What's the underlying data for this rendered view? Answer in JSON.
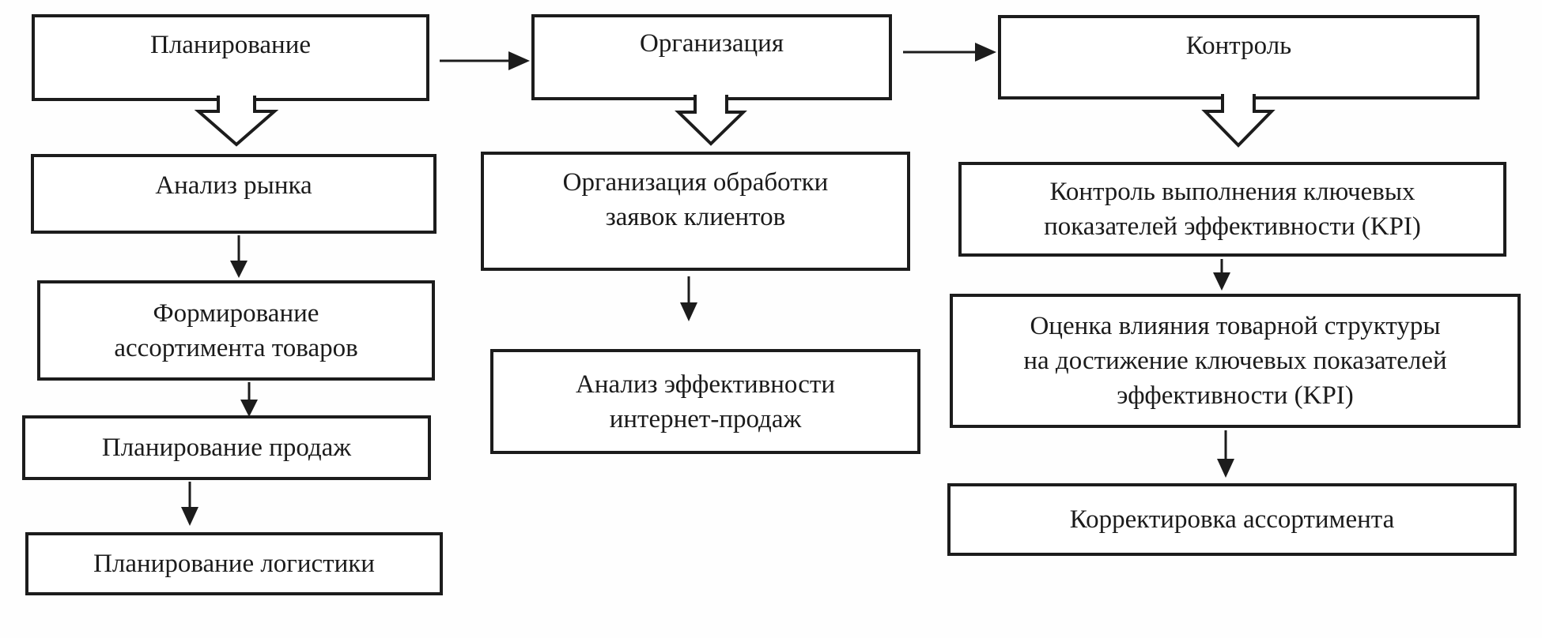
{
  "diagram": {
    "type": "flowchart",
    "language": "ru",
    "columns": [
      {
        "header": {
          "id": "planirovanie",
          "label": "Планирование"
        },
        "nodes": [
          {
            "id": "analiz-rynka",
            "lines": [
              "Анализ рынка"
            ]
          },
          {
            "id": "formirovanie-assortimenta",
            "lines": [
              "Формирование",
              "ассортимента товаров"
            ]
          },
          {
            "id": "planirovanie-prodazh",
            "lines": [
              "Планирование продаж"
            ]
          },
          {
            "id": "planirovanie-logistiki",
            "lines": [
              "Планирование логистики"
            ]
          }
        ]
      },
      {
        "header": {
          "id": "organizatsiya",
          "label": "Организация"
        },
        "nodes": [
          {
            "id": "obrabotka-zayavok",
            "lines": [
              "Организация обработки",
              "заявок клиентов"
            ]
          },
          {
            "id": "analiz-effektivnosti",
            "lines": [
              "Анализ эффективности",
              "интернет-продаж"
            ]
          }
        ]
      },
      {
        "header": {
          "id": "kontrol",
          "label": "Контроль"
        },
        "nodes": [
          {
            "id": "kontrol-kpi",
            "lines": [
              "Контроль выполнения ключевых",
              "показателей эффективности (KPI)"
            ]
          },
          {
            "id": "otsenka-vliyaniya",
            "lines": [
              "Оценка влияния товарной структуры",
              "на достижение ключевых показателей",
              "эффективности (KPI)"
            ]
          },
          {
            "id": "korrektirovka",
            "lines": [
              "Корректировка ассортимента"
            ]
          }
        ]
      }
    ],
    "connections": [
      {
        "from": "planirovanie",
        "to": "organizatsiya",
        "style": "thin-arrow-right"
      },
      {
        "from": "organizatsiya",
        "to": "kontrol",
        "style": "thin-arrow-right"
      },
      {
        "from": "planirovanie",
        "to": "analiz-rynka",
        "style": "block-arrow-down"
      },
      {
        "from": "analiz-rynka",
        "to": "formirovanie-assortimenta",
        "style": "thin-arrow-down"
      },
      {
        "from": "formirovanie-assortimenta",
        "to": "planirovanie-prodazh",
        "style": "thin-arrow-down"
      },
      {
        "from": "planirovanie-prodazh",
        "to": "planirovanie-logistiki",
        "style": "thin-arrow-down"
      },
      {
        "from": "organizatsiya",
        "to": "obrabotka-zayavok",
        "style": "block-arrow-down"
      },
      {
        "from": "obrabotka-zayavok",
        "to": "analiz-effektivnosti",
        "style": "thin-arrow-down"
      },
      {
        "from": "kontrol",
        "to": "kontrol-kpi",
        "style": "block-arrow-down"
      },
      {
        "from": "kontrol-kpi",
        "to": "otsenka-vliyaniya",
        "style": "thin-arrow-down"
      },
      {
        "from": "otsenka-vliyaniya",
        "to": "korrektirovka",
        "style": "thin-arrow-down"
      }
    ],
    "colors": {
      "border": "#1c1c1c",
      "text": "#1b1b1b",
      "page_background": "#fefefe",
      "box_fill": "#ffffff"
    }
  }
}
